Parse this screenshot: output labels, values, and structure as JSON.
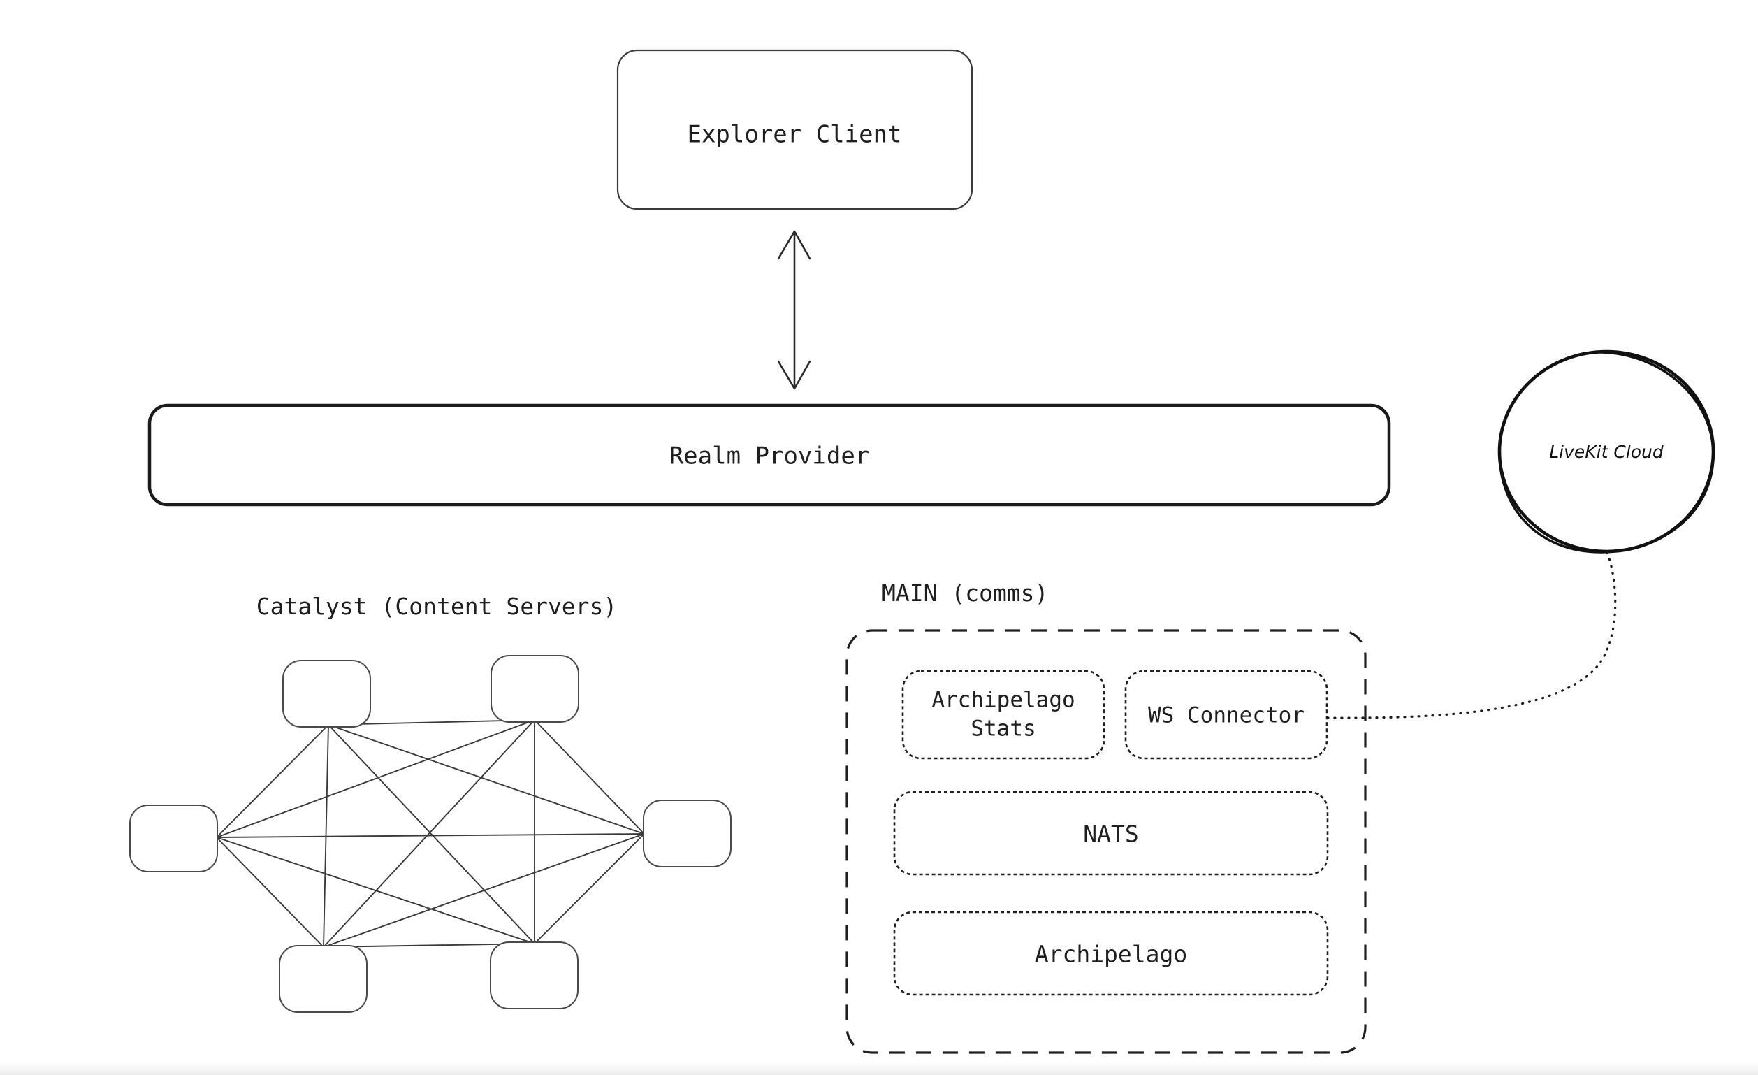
{
  "diagram": {
    "title_nodes": {
      "explorer_client": "Explorer Client",
      "realm_provider": "Realm Provider",
      "livekit_cloud": "LiveKit Cloud"
    },
    "sections": {
      "catalyst_title": "Catalyst (Content Servers)",
      "main_title": "MAIN  (comms)"
    },
    "main_boxes": {
      "archipelago_stats_line1": "Archipelago",
      "archipelago_stats_line2": "Stats",
      "ws_connector": "WS Connector",
      "nats": "NATS",
      "archipelago": "Archipelago"
    },
    "catalyst_nodes": [
      {
        "id": "node-top-left",
        "label": ""
      },
      {
        "id": "node-top-right",
        "label": ""
      },
      {
        "id": "node-left",
        "label": ""
      },
      {
        "id": "node-right",
        "label": ""
      },
      {
        "id": "node-bottom-left",
        "label": ""
      },
      {
        "id": "node-bottom-right",
        "label": ""
      }
    ],
    "connectors": {
      "explorer_to_realm": "bidirectional-arrow",
      "ws_to_livekit": "dotted-curve"
    },
    "colors": {
      "background": "#ffffff",
      "stroke": "#3c3c3c",
      "stroke_dark": "#1b1b1b",
      "text": "#1f1f1f",
      "mesh_edge": "#3a3a3a"
    }
  }
}
